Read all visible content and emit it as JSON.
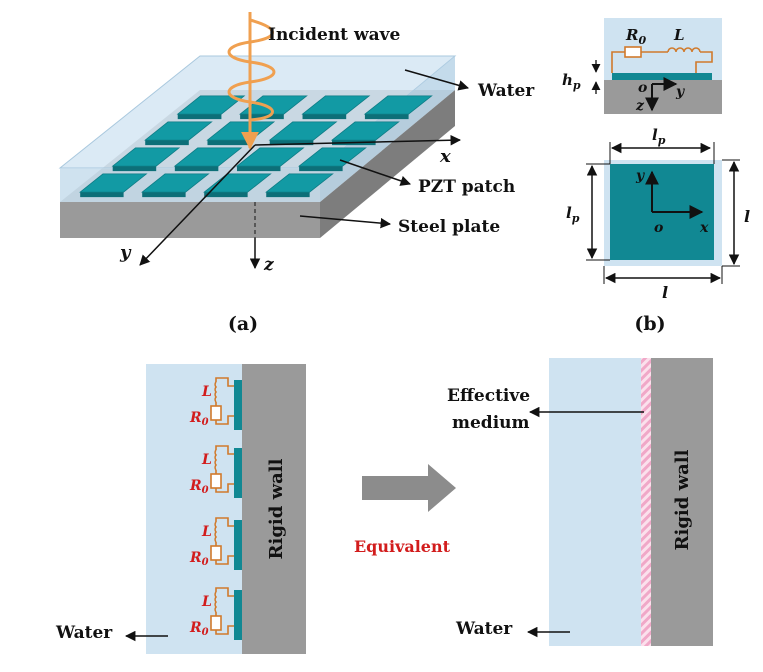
{
  "panel_a": {
    "incident": "Incident wave",
    "water": "Water",
    "pzt": "PZT patch",
    "steel": "Steel plate",
    "axis_x": "x",
    "axis_y": "y",
    "axis_z": "z",
    "caption": "(a)"
  },
  "panel_b": {
    "r0": "R",
    "r0_sub": "0",
    "l_ind": "L",
    "hp": "h",
    "hp_sub": "p",
    "origin": "o",
    "axis_y": "y",
    "axis_z": "z",
    "lp_top": "l",
    "lp_top_sub": "p",
    "lp_left": "l",
    "lp_left_sub": "p",
    "l_right": "l",
    "l_bottom": "l",
    "sq_y": "y",
    "sq_x": "x",
    "sq_o": "o",
    "caption": "(b)"
  },
  "panel_c": {
    "r0": "R",
    "r0_sub": "0",
    "l_ind": "L",
    "wall": "Rigid wall",
    "water": "Water",
    "equivalent": "Equivalent"
  },
  "panel_d": {
    "effective1": "Effective",
    "effective2": "medium",
    "wall": "Rigid wall",
    "water": "Water"
  },
  "colors": {
    "water": "#cfe3f1",
    "pzt": "#118893",
    "steel": "#9a9a9a",
    "circuit": "#d07a2c",
    "label_red": "#d21c1c",
    "stripe": "#f0a8c8"
  }
}
